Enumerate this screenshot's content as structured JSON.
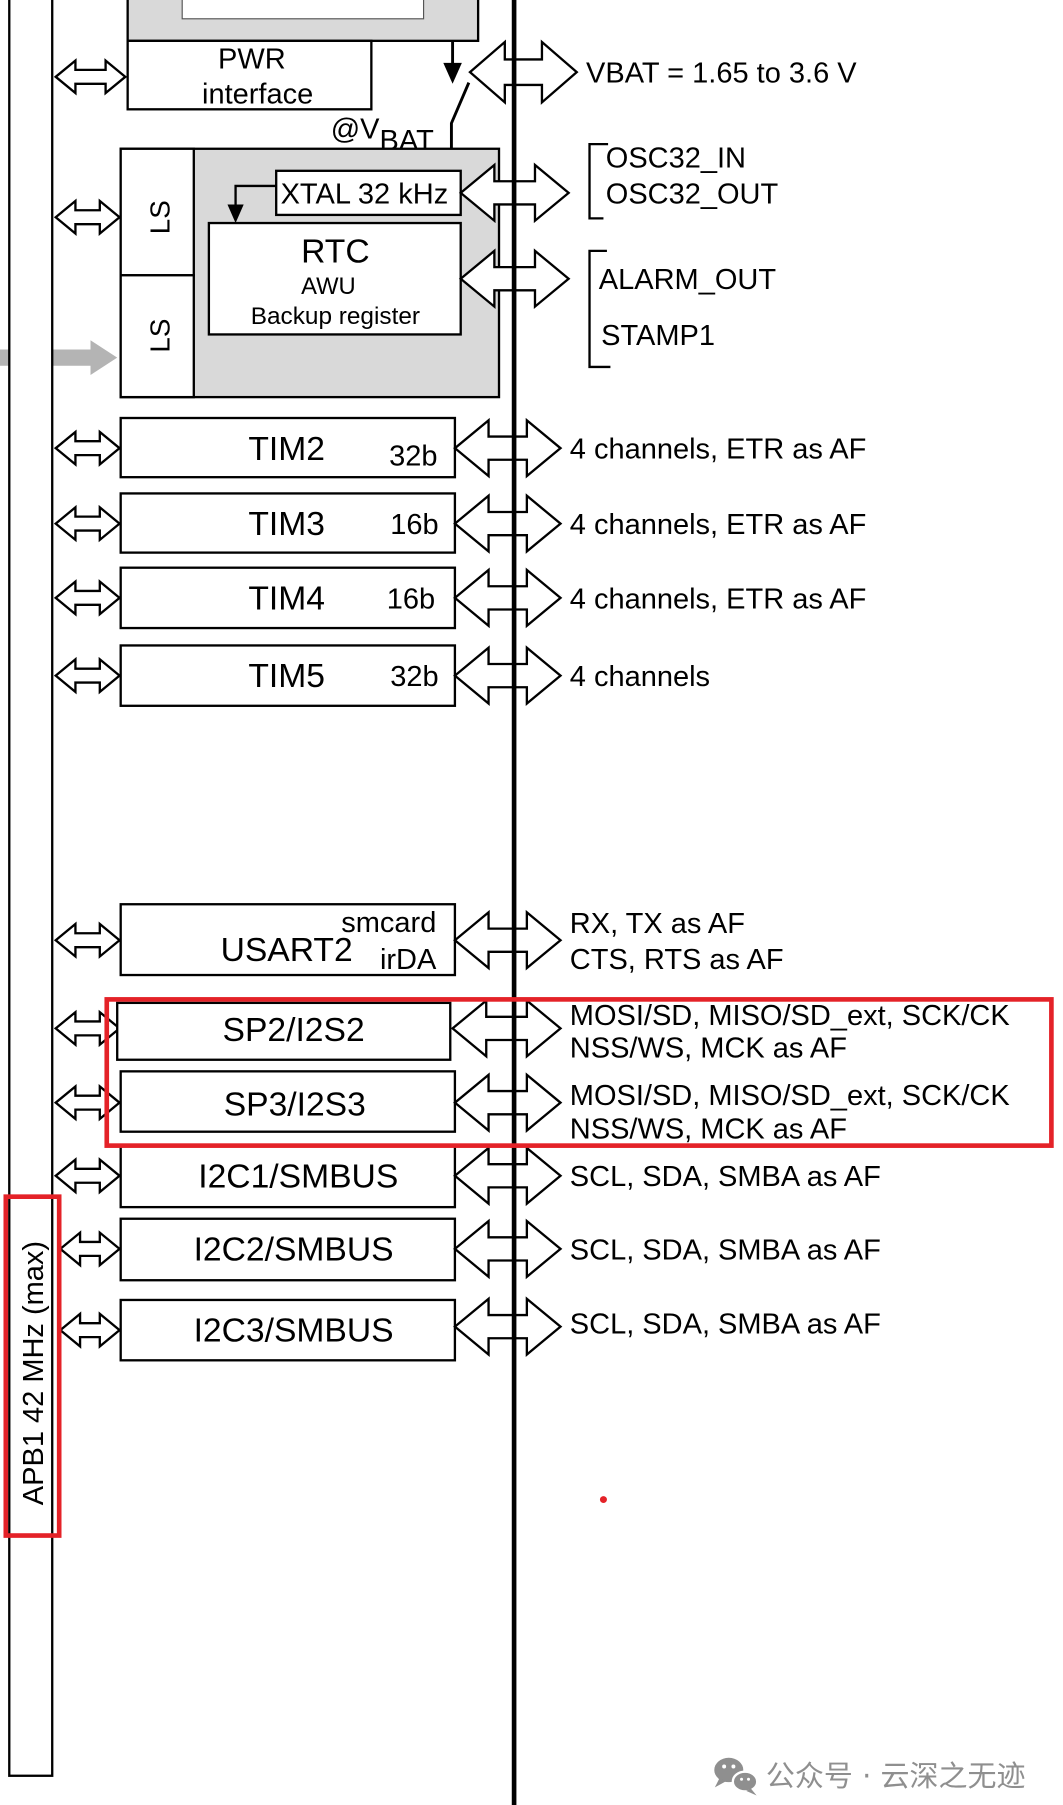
{
  "pwr": {
    "title": "PWR",
    "subtitle": "interface"
  },
  "vbat": {
    "prefix": "@V",
    "subscript": "BAT",
    "range": "VBAT = 1.65 to 3.6 V"
  },
  "backup_domain": {
    "ls_upper": "LS",
    "ls_lower": "LS",
    "xtal": "XTAL 32 kHz",
    "rtc": {
      "title": "RTC",
      "line1": "AWU",
      "line2": "Backup register"
    },
    "osc_pins": [
      "OSC32_IN",
      "OSC32_OUT"
    ],
    "rtc_pins": [
      "ALARM_OUT",
      "STAMP1"
    ]
  },
  "timers": [
    {
      "name": "TIM2",
      "bits": "32b",
      "signals": "4 channels, ETR as AF"
    },
    {
      "name": "TIM3",
      "bits": "16b",
      "signals": "4 channels, ETR as AF"
    },
    {
      "name": "TIM4",
      "bits": "16b",
      "signals": "4 channels, ETR as AF"
    },
    {
      "name": "TIM5",
      "bits": "32b",
      "signals": "4 channels"
    }
  ],
  "usart2": {
    "name": "USART2",
    "mode_top": "smcard",
    "mode_bottom": "irDA",
    "signals": [
      "RX, TX as AF",
      "CTS, RTS as AF"
    ]
  },
  "spi": [
    {
      "name": "SP2/I2S2",
      "signals": [
        "MOSI/SD, MISO/SD_ext, SCK/CK",
        "NSS/WS, MCK as AF"
      ]
    },
    {
      "name": "SP3/I2S3",
      "signals": [
        "MOSI/SD, MISO/SD_ext, SCK/CK",
        "NSS/WS, MCK as AF"
      ]
    }
  ],
  "i2c": [
    {
      "name": "I2C1/SMBUS",
      "signals": "SCL, SDA, SMBA as AF"
    },
    {
      "name": "I2C2/SMBUS",
      "signals": "SCL, SDA, SMBA as AF"
    },
    {
      "name": "I2C3/SMBUS",
      "signals": "SCL, SDA, SMBA as AF"
    }
  ],
  "bus": {
    "label": "APB1 42 MHz (max)"
  },
  "watermark": {
    "text": "公众号 · 云深之无迹",
    "icon": "wechat-icon"
  },
  "icons": {
    "connector": "double-arrow-icon"
  },
  "colors": {
    "line": "#000000",
    "domain_fill": "#d9d9d9",
    "input_arrow": "#b4b4b4",
    "highlight": "#e42228",
    "watermark": "#8f8f8f"
  }
}
